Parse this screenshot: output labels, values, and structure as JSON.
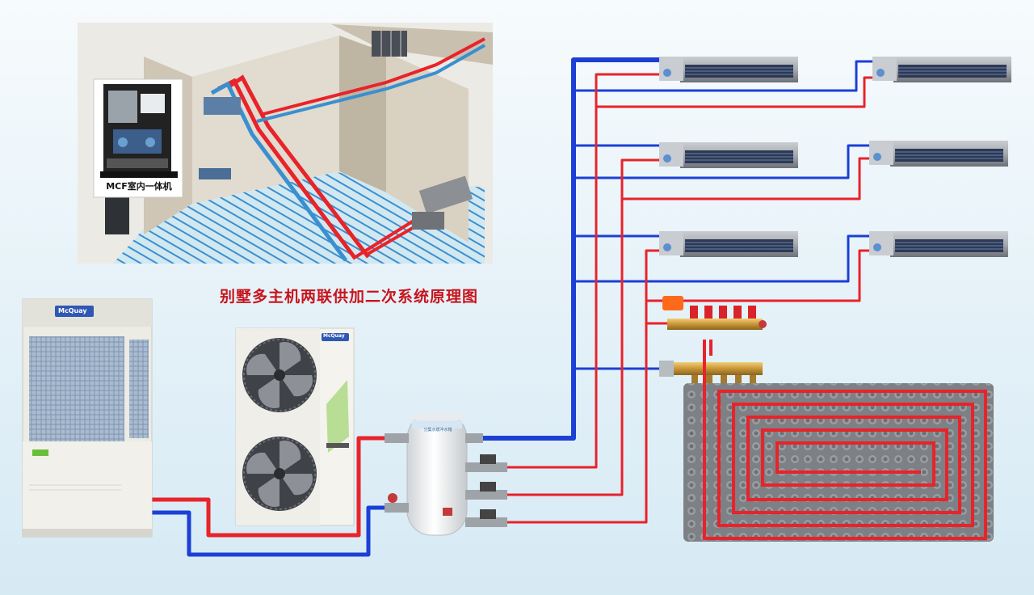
{
  "diagram": {
    "title": "别墅多主机两联供加二次系统原理图",
    "inset_caption": "MCF室内一体机",
    "brand_text": "McQuay",
    "tank_label": "分集水缓冲水箱"
  },
  "colors": {
    "hot_pipe": "#e8232a",
    "cold_pipe": "#1c3fd6",
    "title_text": "#c8141c",
    "unit_body": "#ecebe4",
    "wall": "#d9d2c4",
    "floor_loop_bg": "#8a8c90",
    "accent_green": "#6abf3a"
  },
  "icons": {
    "outdoor_unit_large": "vrf-outdoor-unit-icon",
    "outdoor_unit_small": "heat-pump-outdoor-unit-icon",
    "tank": "buffer-tank-icon",
    "fan_coil": "ducted-fan-coil-icon",
    "manifold": "floor-heating-manifold-icon",
    "floor_loop": "floor-heating-loop-icon",
    "room_render": "house-cutaway-icon"
  }
}
